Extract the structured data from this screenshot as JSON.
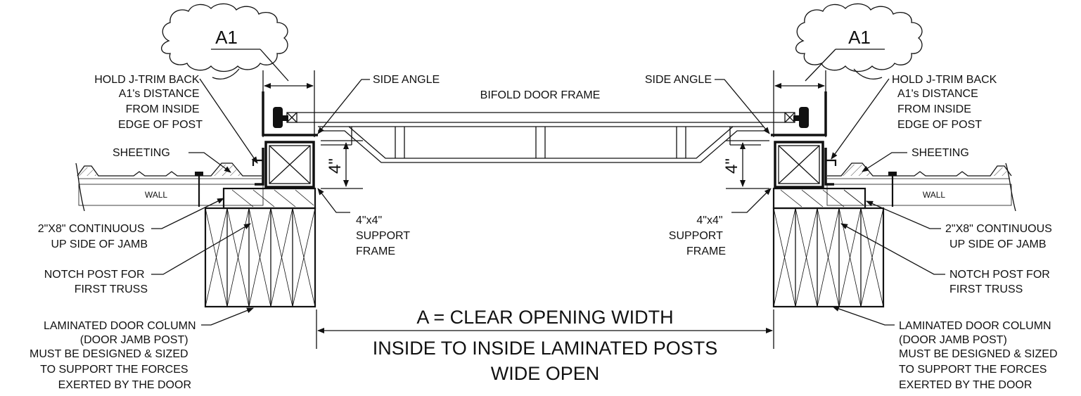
{
  "left": {
    "a1_tag": "A1",
    "hold_jtrim": [
      "HOLD J-TRIM BACK",
      "A1's DISTANCE",
      "FROM INSIDE",
      "EDGE OF POST"
    ],
    "sheeting": "SHEETING",
    "wall": "WALL",
    "continuous": [
      "2\"X8\" CONTINUOUS",
      "UP SIDE OF JAMB"
    ],
    "notch": [
      "NOTCH POST FOR",
      "FIRST TRUSS"
    ],
    "column": [
      "LAMINATED DOOR COLUMN",
      "(DOOR JAMB POST)",
      "MUST BE DESIGNED & SIZED",
      "TO SUPPORT THE FORCES",
      "EXERTED BY THE DOOR"
    ],
    "side_angle": "SIDE ANGLE",
    "support": [
      "4\"x4\"",
      "SUPPORT",
      "FRAME"
    ],
    "dim_4": "4\""
  },
  "right": {
    "a1_tag": "A1",
    "hold_jtrim": [
      "HOLD J-TRIM BACK",
      "A1's DISTANCE",
      "FROM INSIDE",
      "EDGE OF POST"
    ],
    "sheeting": "SHEETING",
    "wall": "WALL",
    "continuous": [
      "2\"X8\" CONTINUOUS",
      "UP SIDE OF JAMB"
    ],
    "notch": [
      "NOTCH POST FOR",
      "FIRST TRUSS"
    ],
    "column": [
      "LAMINATED DOOR COLUMN",
      "(DOOR JAMB POST)",
      "MUST BE DESIGNED & SIZED",
      "TO SUPPORT THE FORCES",
      "EXERTED BY THE DOOR"
    ],
    "side_angle": "SIDE ANGLE",
    "support": [
      "4\"x4\"",
      "SUPPORT",
      "FRAME"
    ],
    "dim_4": "4\""
  },
  "center": {
    "frame_title": "BIFOLD DOOR FRAME",
    "clear_opening": "A = CLEAR OPENING WIDTH",
    "inside_to_inside": "INSIDE TO INSIDE  LAMINATED POSTS",
    "wide_open": "WIDE OPEN"
  }
}
